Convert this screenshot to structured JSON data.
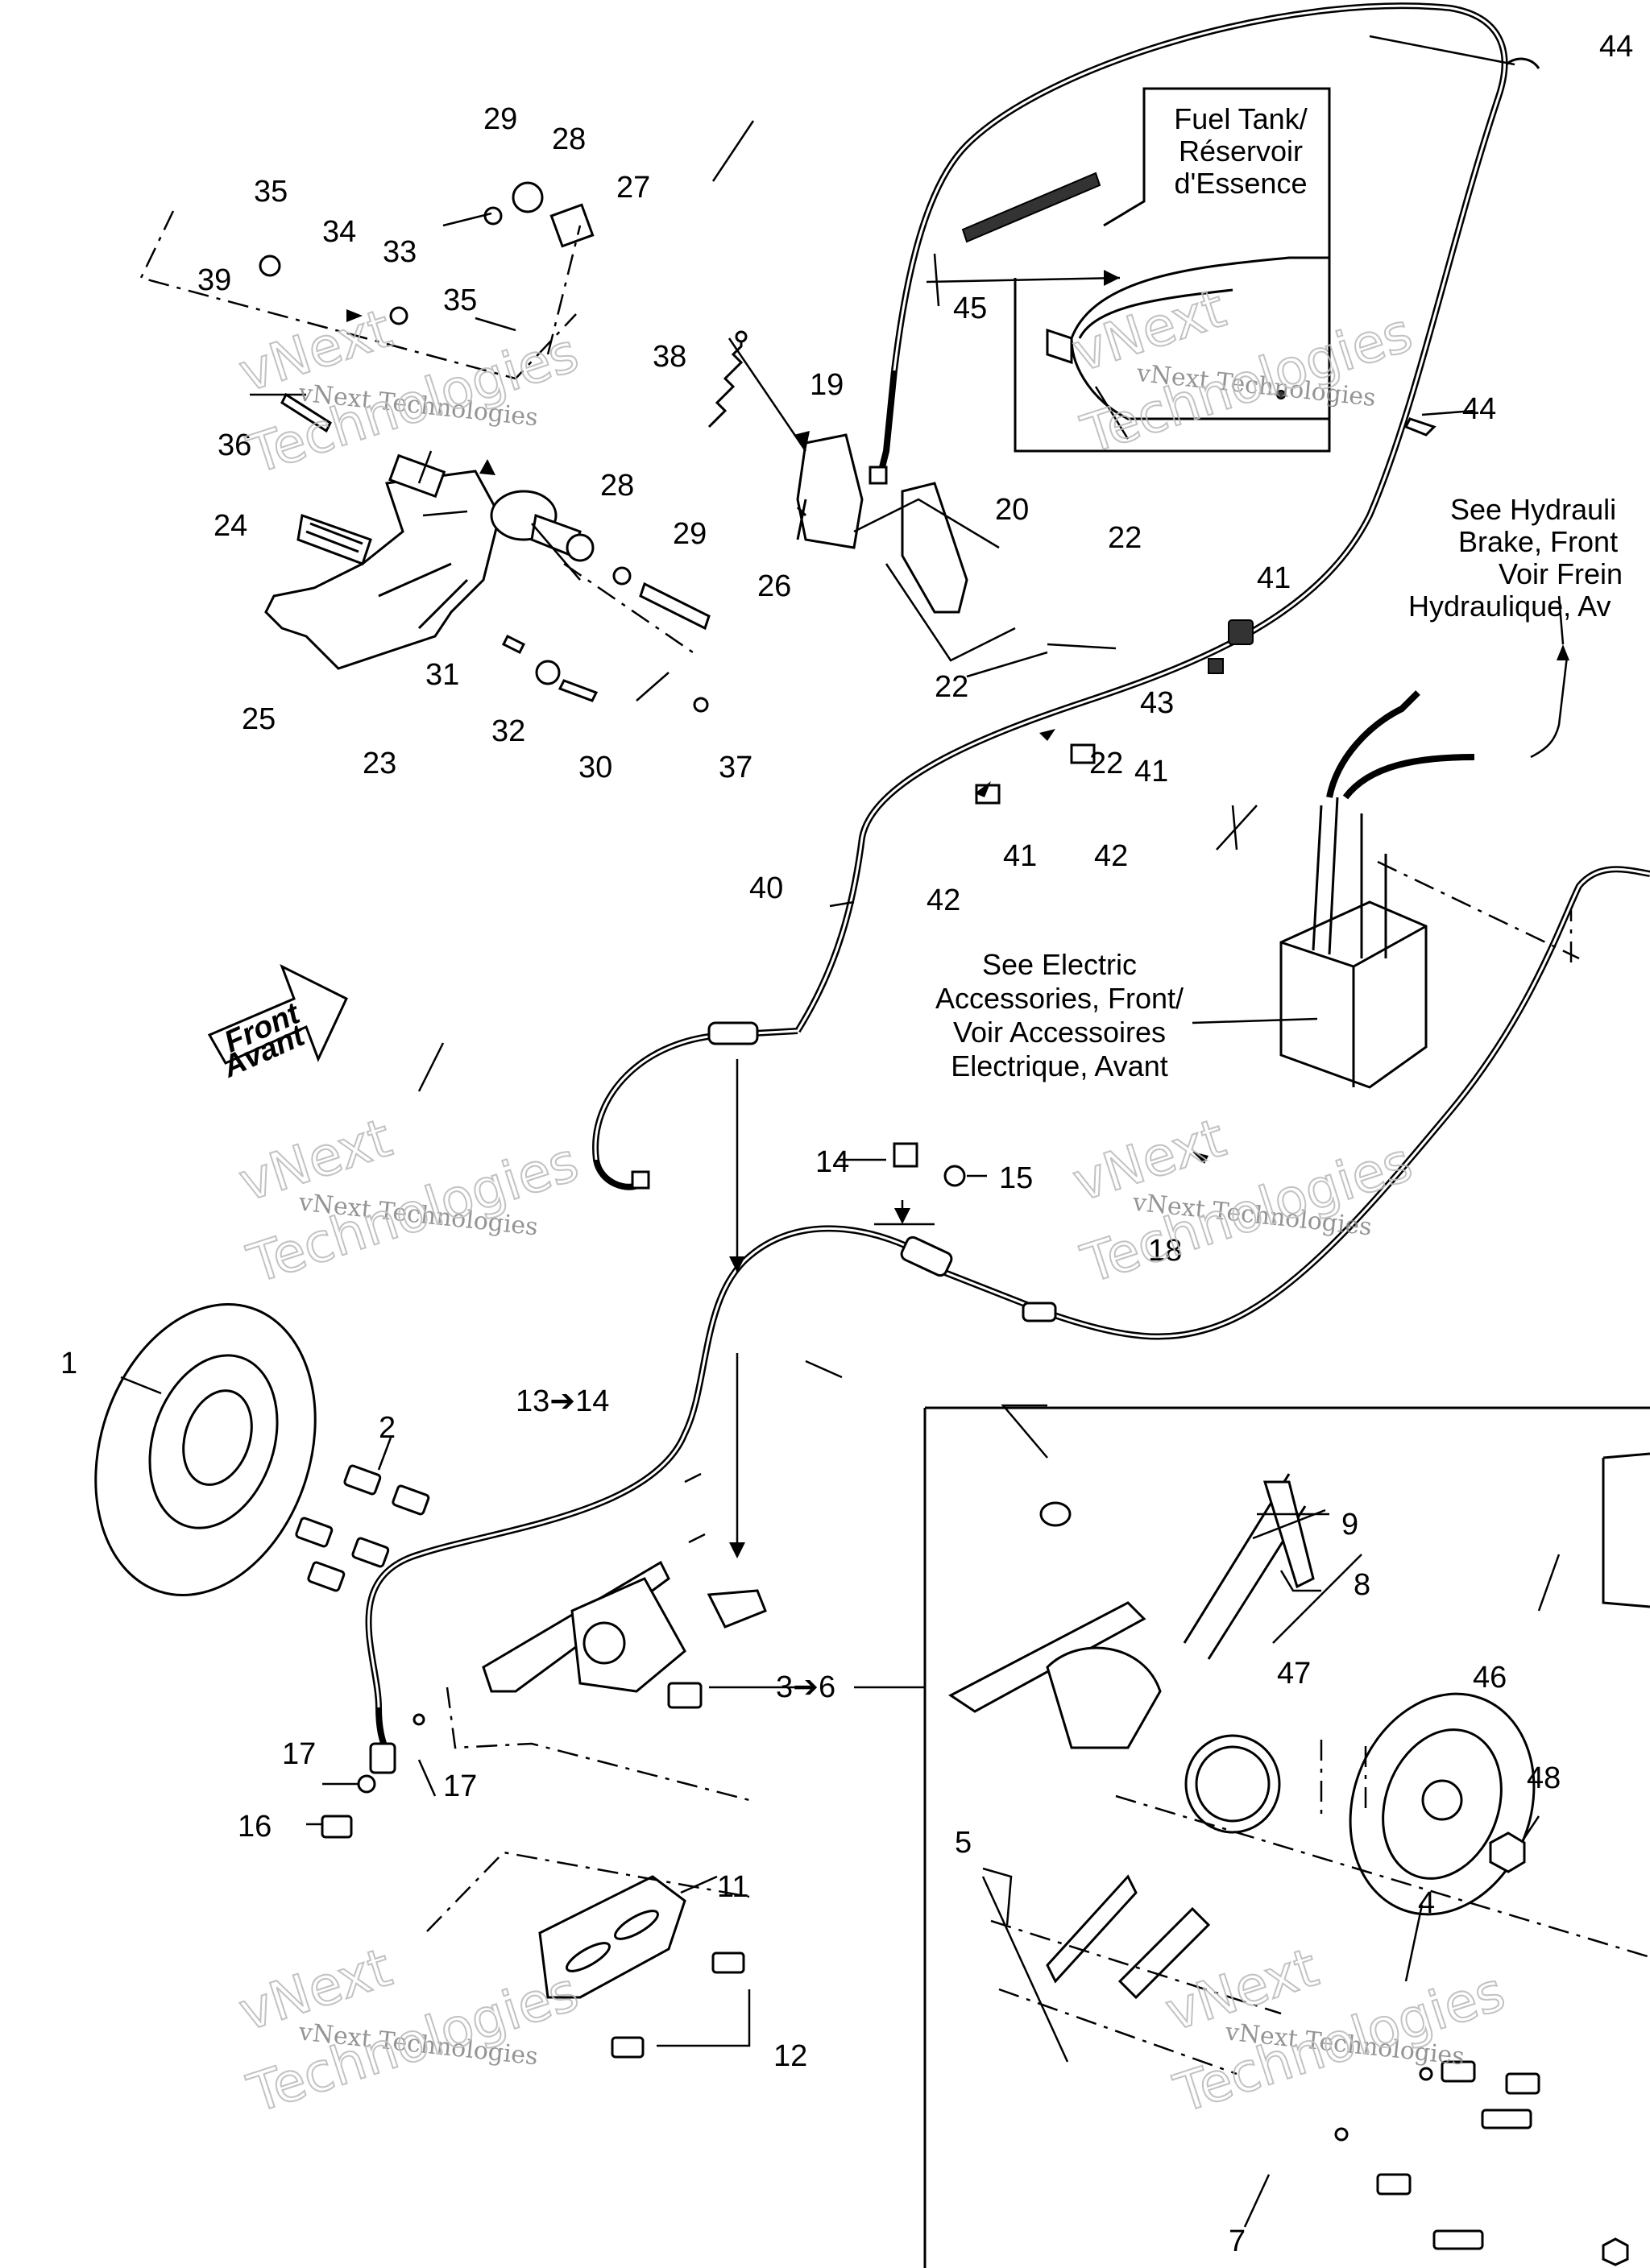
{
  "callouts": [
    "44",
    "29",
    "28",
    "27",
    "35",
    "34",
    "33",
    "39",
    "35",
    "38",
    "19",
    "45",
    "44",
    "36",
    "24",
    "28",
    "29",
    "26",
    "20",
    "22",
    "22",
    "41",
    "43",
    "25",
    "23",
    "31",
    "32",
    "30",
    "37",
    "22",
    "41",
    "40",
    "42",
    "41",
    "42",
    "14",
    "15",
    "18",
    "1",
    "2",
    "13➔14",
    "3➔6",
    "17",
    "17",
    "16",
    "11",
    "12",
    "9",
    "8",
    "47",
    "46",
    "48",
    "5",
    "4",
    "7"
  ],
  "notes": {
    "fuel_tank": [
      "Fuel Tank/",
      "Réservoir",
      "d'Essence"
    ],
    "hydraulic": [
      "See Hydrauli",
      "Brake, Front",
      "Voir Frein",
      "Hydraulique, Av"
    ],
    "electric": [
      "See Electric",
      "Accessories, Front/",
      "Voir Accessoires",
      "Electrique, Avant"
    ],
    "front_arrow": [
      "Front",
      "Avant"
    ]
  },
  "watermark": {
    "line1": "vNext",
    "line2": "vNext Technologies",
    "line3": "Technologies"
  }
}
